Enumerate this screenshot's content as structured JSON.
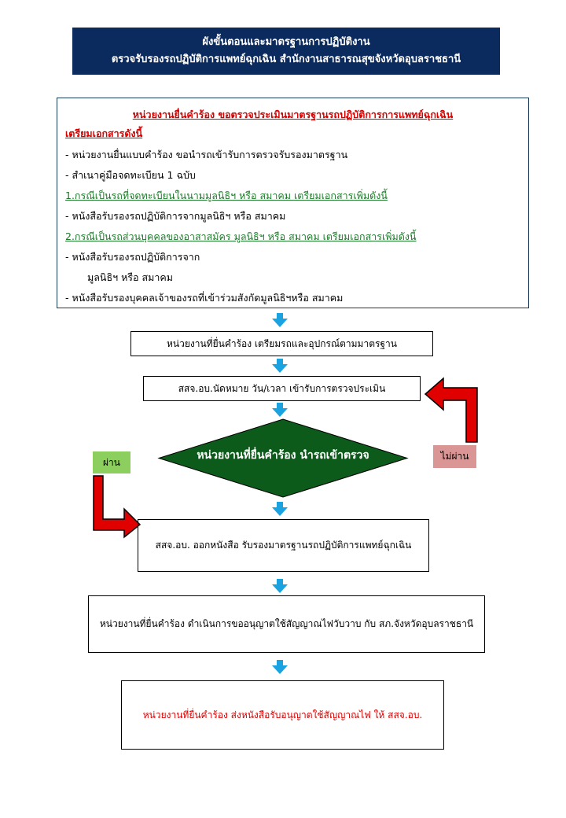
{
  "title": {
    "line1": "ผังขั้นตอนและมาตรฐานการปฏิบัติงาน",
    "line2": "ตรวจรับรองรถปฏิบัติการแพทย์ฉุกเฉิน สำนักงานสาธารณสุขจังหวัดอุบลราชธานี"
  },
  "requirements": {
    "heading": "หน่วยงานยื่นคำร้อง ขอตรวจประเมินมาตรฐานรถปฏิบัติการการแพทย์ฉุกเฉิน",
    "prepare": "เตรียมเอกสารดังนี้",
    "item1": "- หน่วยงานยื่นแบบคำร้อง ขอนำรถเข้ารับการตรวจรับรองมาตรฐาน",
    "item2": "- สำเนาคู่มือจดทะเบียน 1 ฉบับ",
    "case1": "1.กรณีเป็นรถที่จดทะเบียนในนามมูลนิธิฯ หรือ สมาคม เตรียมเอกสารเพิ่มดังนี้",
    "case1_item1": "-   หนังสือรับรองรถปฏิบัติการจากมูลนิธิฯ หรือ สมาคม",
    "case2": "2.กรณีเป็นรถส่วนบุคคลของอาสาสมัคร มูลนิธิฯ หรือ สมาคม เตรียมเอกสารเพิ่มดังนี้",
    "case2_item1a": "-   หนังสือรับรองรถปฏิบัติการจาก",
    "case2_item1b": "มูลนิธิฯ หรือ สมาคม",
    "case2_item2": "-   หนังสือรับรองบุคคลเจ้าของรถที่เข้าร่วมสังกัดมูลนิธิฯหรือ สมาคม"
  },
  "steps": {
    "prepare_vehicle": "หน่วยงานที่ยื่นคำร้อง เตรียมรถและอุปกรณ์ตามมาตรฐาน",
    "appointment": "สสจ.อบ.นัดหมาย วัน/เวลา เข้ารับการตรวจประเมิน",
    "inspection": "หน่วยงานที่ยื่นคำร้อง นำรถเข้าตรวจ",
    "pass": "ผ่าน",
    "fail": "ไม่ผ่าน",
    "certificate": "สสจ.อบ. ออกหนังสือ รับรองมาตรฐานรถปฏิบัติการแพทย์ฉุกเฉิน",
    "permit_request": "หน่วยงานที่ยื่นคำร้อง ดำเนินการขออนุญาตใช้สัญญาณไฟวับวาบ กับ สภ.จังหวัดอุบลราชธานี",
    "send_permit": "หน่วยงานที่ยื่นคำร้อง ส่งหนังสือรับอนุญาตใช้สัญญาณไฟ ให้ สสจ.อบ."
  },
  "colors": {
    "title_bg": "#0b2a5e",
    "diamond": "#0d5b1a",
    "pass_tag": "#8ccf5e",
    "fail_tag": "#d99694",
    "red_arrow": "#e00000",
    "blue_arrow": "#1aa3e0"
  }
}
